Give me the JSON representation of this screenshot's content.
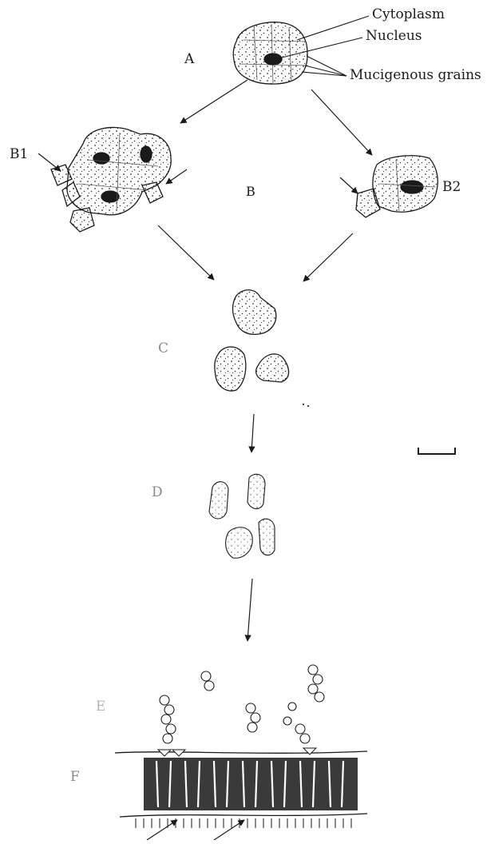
{
  "labels": {
    "cytoplasm": "Cytoplasm",
    "nucleus": "Nucleus",
    "mucigenous_grains": "Mucigenous grains",
    "stage_a": "A",
    "stage_b": "B",
    "stage_b1": "B1",
    "stage_b2": "B2",
    "stage_c": "C",
    "stage_d": "D",
    "stage_e": "E",
    "stage_f": "F"
  },
  "colors": {
    "ink": "#1a1a1a",
    "paper": "#ffffff",
    "faint": "#8a8a8a",
    "stipple": "#333333"
  }
}
